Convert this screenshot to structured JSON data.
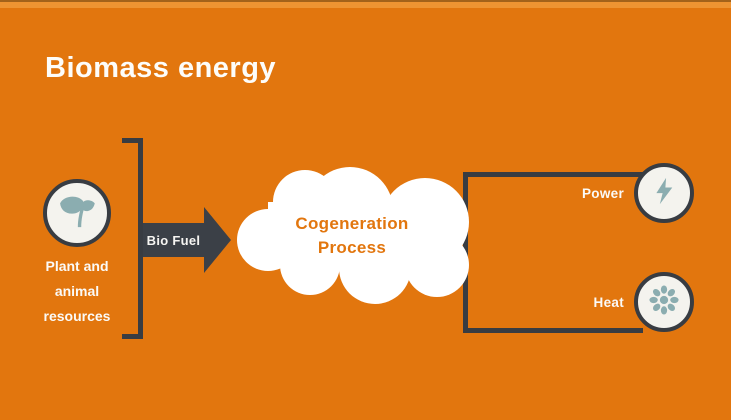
{
  "title": "Biomass energy",
  "colors": {
    "background": "#e2760e",
    "top_strip": "#ee9432",
    "dark_charcoal": "#383c42",
    "teal_icon": "#8badb0",
    "circle_fill": "#f4f3ee",
    "cloud_fill": "#ffffff",
    "process_text": "#e2760e",
    "label_text": "#fbfaf7"
  },
  "source": {
    "icon": "plant-sprout-icon",
    "label": "Plant and animal resources"
  },
  "flow": {
    "arrow_label": "Bio Fuel",
    "process_label": "Cogeneration Process"
  },
  "outputs": [
    {
      "label": "Power",
      "icon": "lightning-bolt-icon"
    },
    {
      "label": "Heat",
      "icon": "heat-sun-icon"
    }
  ]
}
